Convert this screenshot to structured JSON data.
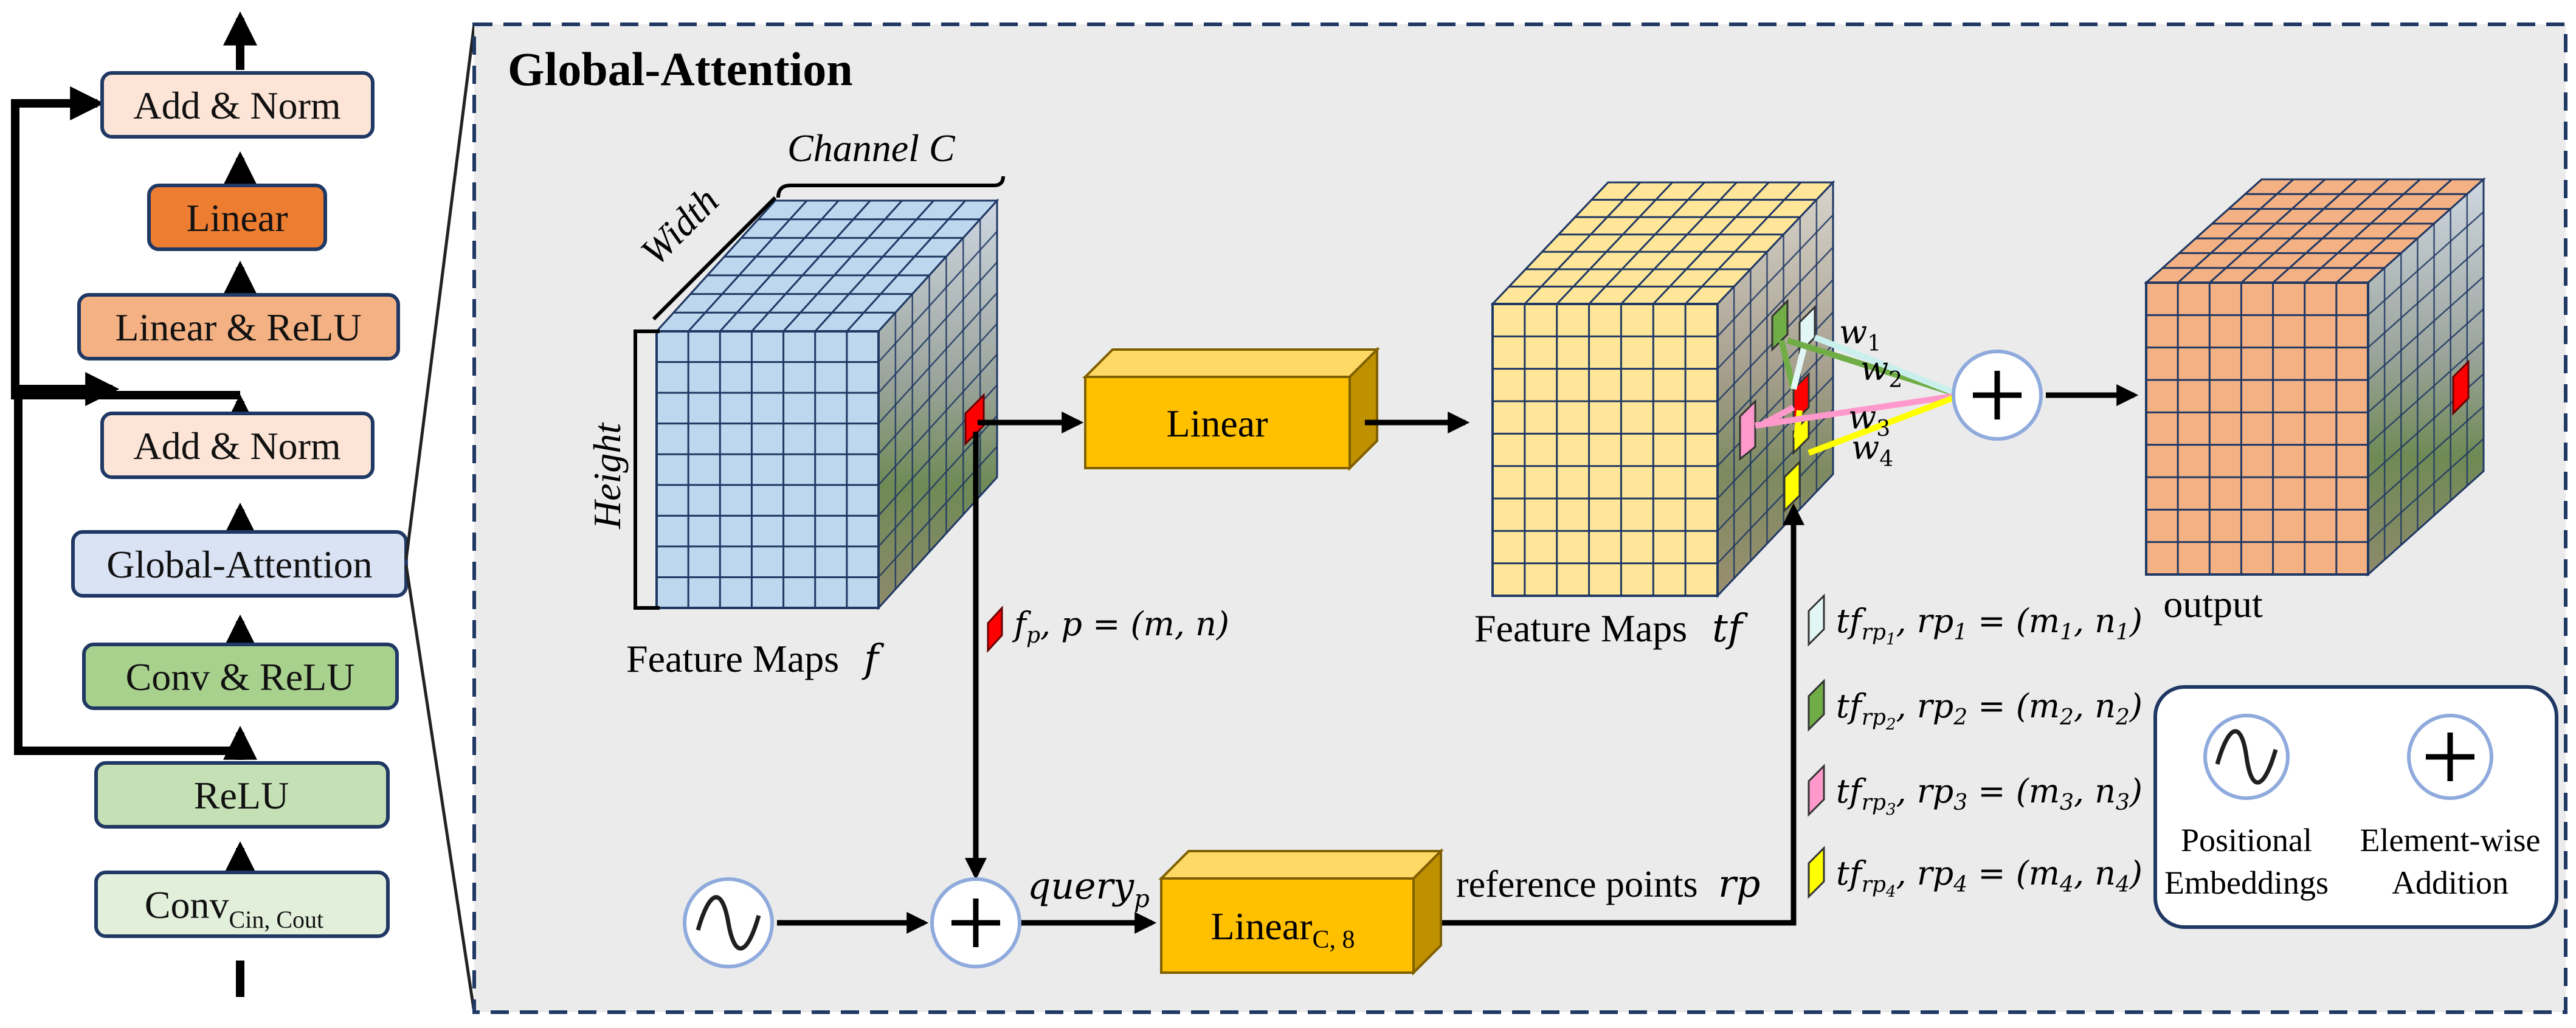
{
  "colors": {
    "add_norm": "#fce4d6",
    "linear_dark": "#ed7d31",
    "linear_relu": "#f4b183",
    "global_attention": "#dae3f3",
    "conv": "#a9d18e",
    "relu": "#c5e0b4",
    "border_block": "#1f3864",
    "panel_bg": "#ebebeb",
    "feature_blue": "#bdd7ee",
    "feature_yellow": "#ffe699",
    "feature_orange": "#f4b183",
    "linear_gold": "#ffc000",
    "circle_stroke": "#8faadc",
    "red": "#ff0000",
    "green": "#70ad47",
    "pink": "#ff99cc",
    "yellow": "#ffff00",
    "lightcyan": "#e2f7f5"
  },
  "left_stack": {
    "blocks": [
      {
        "label": "Add & Norm"
      },
      {
        "label": "Linear"
      },
      {
        "label": "Linear & ReLU"
      },
      {
        "label": "Add & Norm"
      },
      {
        "label": "Global-Attention"
      },
      {
        "label": "Conv & ReLU"
      },
      {
        "label": "ReLU"
      },
      {
        "label_main": "Conv",
        "label_sub": "Cin, Cout"
      }
    ]
  },
  "panel": {
    "title": "Global-Attention"
  },
  "input_cube": {
    "channel_label": "Channel C",
    "width_label": "Width",
    "height_label": "Height",
    "caption": "Feature Maps",
    "caption_symbol": "f"
  },
  "linear_block": {
    "label": "Linear"
  },
  "mid_cube": {
    "caption": "Feature Maps",
    "caption_symbol": "tf"
  },
  "output_cube": {
    "caption": "output"
  },
  "weights": [
    "w1",
    "w2",
    "w3",
    "w4"
  ],
  "fp_label": {
    "main": "f",
    "sub": "p",
    "rest": ", p = (m, n)"
  },
  "query_label": {
    "main": "query",
    "sub": "p"
  },
  "linear_c8": {
    "main": "Linear",
    "sub": "C, 8"
  },
  "ref_points_label": {
    "text": "reference points",
    "symbol": "rp"
  },
  "ref_legend": [
    {
      "color_key": "lightcyan",
      "i": "1"
    },
    {
      "color_key": "green",
      "i": "2"
    },
    {
      "color_key": "pink",
      "i": "3"
    },
    {
      "color_key": "yellow",
      "i": "4"
    }
  ],
  "legend_box": {
    "positional": [
      "Positional",
      "Embeddings"
    ],
    "addition": [
      "Element-wise",
      "Addition"
    ]
  }
}
